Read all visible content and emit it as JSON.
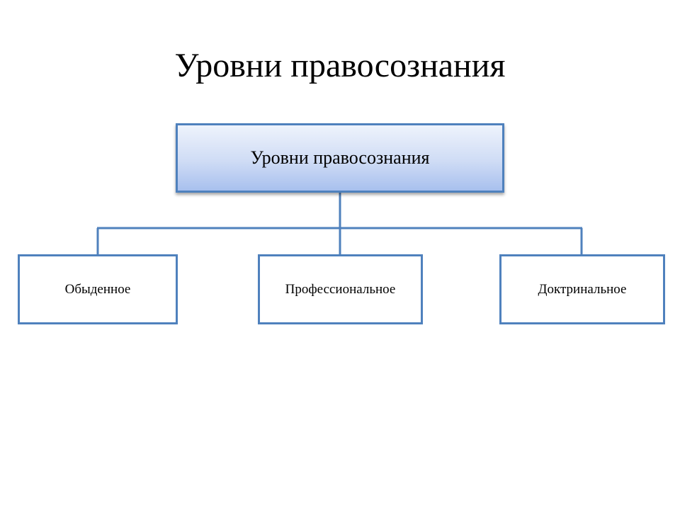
{
  "title": "Уровни правосознания",
  "diagram": {
    "root": {
      "label": "Уровни правосознания"
    },
    "children": [
      {
        "label": "Обыденное"
      },
      {
        "label": "Профессиональное"
      },
      {
        "label": "Доктринальное"
      }
    ],
    "colors": {
      "border": "#4f81bd",
      "root_fill_top": "#eef3fc",
      "root_fill_bottom": "#a8c0ee",
      "child_fill": "#ffffff"
    }
  }
}
